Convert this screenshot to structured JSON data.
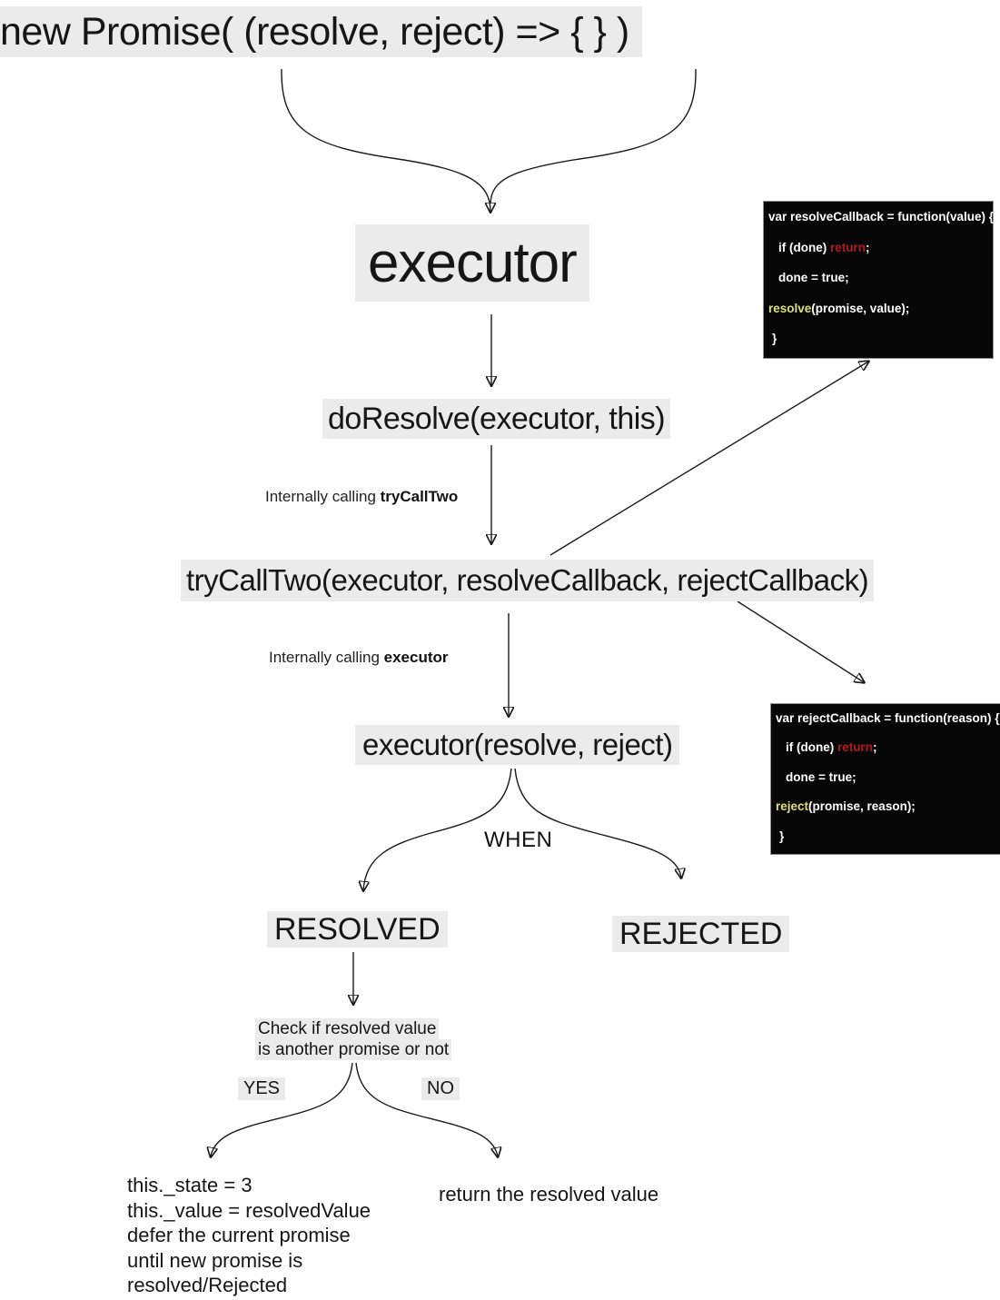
{
  "colors": {
    "highlight": "#ebebeb",
    "code_background": "#070707",
    "keyword_red": "#b11a1a",
    "function_yellow": "#dfdf78",
    "ink": "#161616"
  },
  "nodes": {
    "title": "new Promise( (resolve, reject) => { } )",
    "executor": "executor",
    "do_resolve": "doResolve(executor, this)",
    "try_call_two": "tryCallTwo(executor, resolveCallback, rejectCallback)",
    "executor_call": "executor(resolve, reject)",
    "resolved": "RESOLVED",
    "rejected": "REJECTED"
  },
  "labels": {
    "internally_calling_try_prefix": "Internally calling ",
    "internally_calling_try_bold": "tryCallTwo",
    "internally_calling_exec_prefix": "Internally calling ",
    "internally_calling_exec_bold": "executor",
    "when": "WHEN",
    "check_line1": "Check if resolved value",
    "check_line2": "is another promise or not",
    "yes": "YES",
    "no": "NO"
  },
  "outcomes": {
    "yes_lines": [
      "this._state = 3",
      "this._value = resolvedValue",
      "defer the current promise",
      "until new promise is",
      "resolved/Rejected"
    ],
    "no_line": "return the resolved value"
  },
  "code_boxes": {
    "resolve_callback": {
      "line1": "var resolveCallback = function(value) {",
      "line2_pre": "if (done) ",
      "line2_keyword": "return",
      "line2_post": ";",
      "line3": "done = true;",
      "line4_fn": "resolve",
      "line4_rest": "(promise, value);",
      "line5": "}"
    },
    "reject_callback": {
      "line1": "var rejectCallback = function(reason) {",
      "line2_pre": "if (done) ",
      "line2_keyword": "return",
      "line2_post": ";",
      "line3": "done = true;",
      "line4_fn": "reject",
      "line4_rest": "(promise, reason);",
      "line5": "}"
    }
  }
}
